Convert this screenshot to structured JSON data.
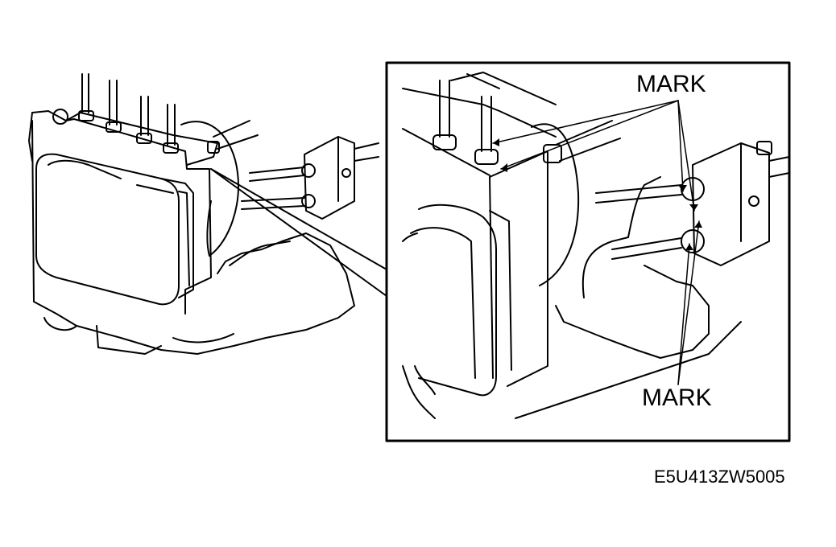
{
  "labels": {
    "mark_top": "MARK",
    "mark_bottom": "MARK",
    "figure_code": "E5U413ZW5005"
  },
  "colors": {
    "line": "#000000",
    "background": "#ffffff"
  }
}
